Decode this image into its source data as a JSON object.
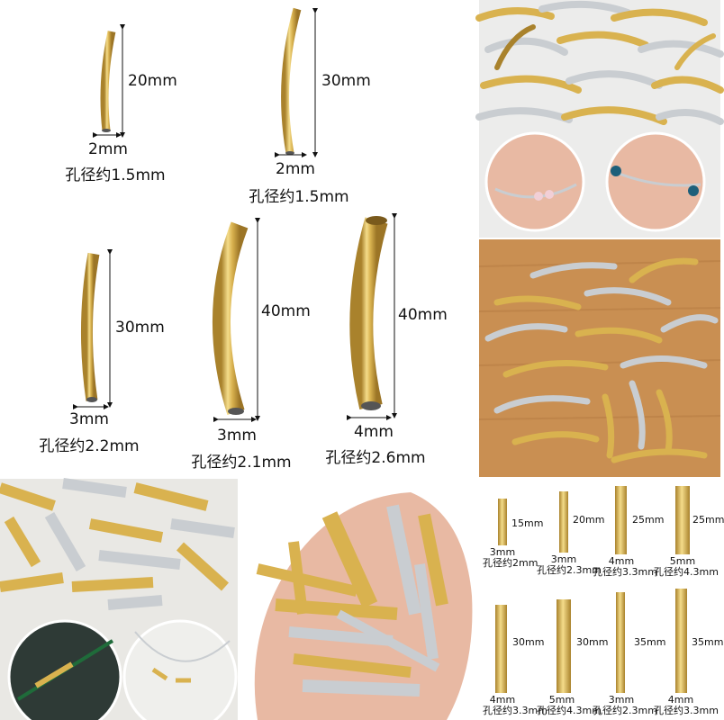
{
  "colors": {
    "gold": "#d9b24f",
    "gold_light": "#f4dc8a",
    "gold_dark": "#a9822c",
    "steel": "#c9cdd1",
    "steel_dark": "#8d9296",
    "wood": "#c98f52",
    "table_grey": "#d7d7d4",
    "skin": "#e8b9a3"
  },
  "curved_tubes": [
    {
      "length": "20mm",
      "width": "2mm",
      "hole": "孔径约1.5mm"
    },
    {
      "length": "30mm",
      "width": "2mm",
      "hole": "孔径约1.5mm"
    },
    {
      "length": "30mm",
      "width": "3mm",
      "hole": "孔径约2.2mm"
    },
    {
      "length": "40mm",
      "width": "3mm",
      "hole": "孔径约2.1mm"
    },
    {
      "length": "40mm",
      "width": "4mm",
      "hole": "孔径约2.6mm"
    }
  ],
  "straight_tubes": [
    {
      "length": "15mm",
      "width": "3mm",
      "hole": "孔径约2mm"
    },
    {
      "length": "20mm",
      "width": "3mm",
      "hole": "孔径约2.3mm"
    },
    {
      "length": "25mm",
      "width": "4mm",
      "hole": "孔径约3.3mm"
    },
    {
      "length": "25mm",
      "width": "5mm",
      "hole": "孔径约4.3mm"
    },
    {
      "length": "30mm",
      "width": "4mm",
      "hole": "孔径约3.3mm"
    },
    {
      "length": "30mm",
      "width": "5mm",
      "hole": "孔径约4.3mm"
    },
    {
      "length": "35mm",
      "width": "3mm",
      "hole": "孔径约2.3mm"
    },
    {
      "length": "35mm",
      "width": "4mm",
      "hole": "孔径约3.3mm"
    }
  ]
}
